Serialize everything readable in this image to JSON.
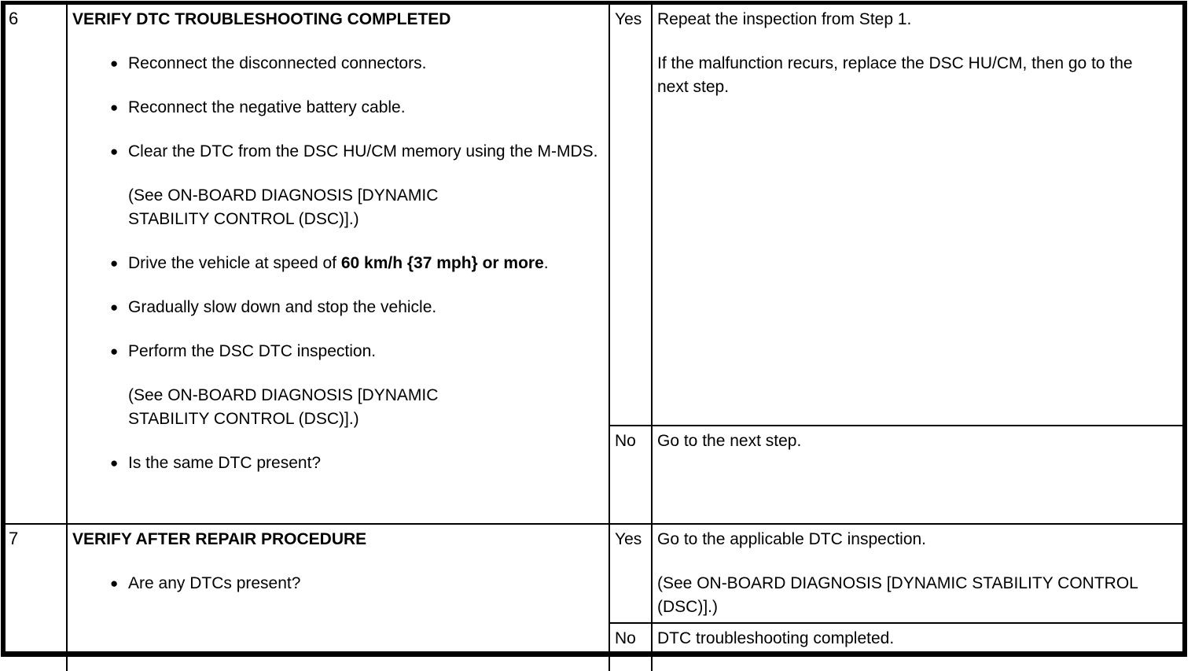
{
  "glyphs": {
    "bullet": "●"
  },
  "colors": {
    "border": "#000000",
    "text": "#000000",
    "background": "#ffffff"
  },
  "rows": [
    {
      "step": "6",
      "title": "VERIFY DTC TROUBLESHOOTING COMPLETED",
      "items": [
        {
          "text": "Reconnect the disconnected connectors."
        },
        {
          "text": "Reconnect the negative battery cable."
        },
        {
          "text": "Clear the DTC from the DSC HU/CM memory using the M-MDS."
        },
        {
          "note": "(See ON-BOARD DIAGNOSIS [DYNAMIC STABILITY CONTROL (DSC)].)"
        },
        {
          "pre": "Drive the vehicle at speed of ",
          "bold": "60 km/h {37 mph} or more",
          "post": "."
        },
        {
          "text": "Gradually slow down and stop the vehicle."
        },
        {
          "text": "Perform the DSC DTC inspection."
        },
        {
          "note": "(See ON-BOARD DIAGNOSIS [DYNAMIC STABILITY CONTROL (DSC)].)"
        },
        {
          "text": "Is the same DTC present?"
        }
      ],
      "yes_label": "Yes",
      "yes_action": [
        "Repeat the inspection from Step 1.",
        "If the malfunction recurs, replace the DSC HU/CM, then go to the next step."
      ],
      "no_label": "No",
      "no_action": [
        "Go to the next step."
      ]
    },
    {
      "step": "7",
      "title": "VERIFY AFTER REPAIR PROCEDURE",
      "items": [
        {
          "text": "Are any DTCs present?"
        }
      ],
      "yes_label": "Yes",
      "yes_action": [
        "Go to the applicable DTC inspection.",
        "(See ON-BOARD DIAGNOSIS [DYNAMIC STABILITY CONTROL (DSC)].)"
      ],
      "no_label": "No",
      "no_action": [
        "DTC troubleshooting completed."
      ]
    }
  ]
}
